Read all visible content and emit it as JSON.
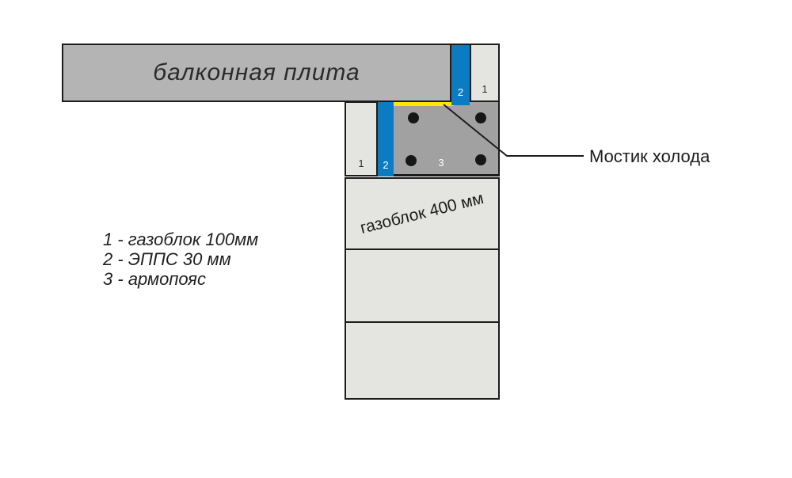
{
  "slab": {
    "label": "балконная плита",
    "epps_marker": "2",
    "gasblock_marker": "1"
  },
  "wall": {
    "gasblock_marker": "1",
    "epps_marker": "2",
    "armopoyas_marker": "3",
    "block_label": "газоблок 400 мм"
  },
  "callout": {
    "label": "Мостик холода"
  },
  "legend": {
    "items": [
      "1 - газоблок 100мм",
      "2 - ЭППС 30 мм",
      "3 - армопояс"
    ]
  },
  "colors": {
    "slab_gray": "#b4b4b4",
    "armo_gray": "#a1a1a1",
    "block_light": "#e4e4e0",
    "epps_blue": "#0b7cc1",
    "bridge_yellow": "#ffe800",
    "outline": "#1c1c1c"
  }
}
